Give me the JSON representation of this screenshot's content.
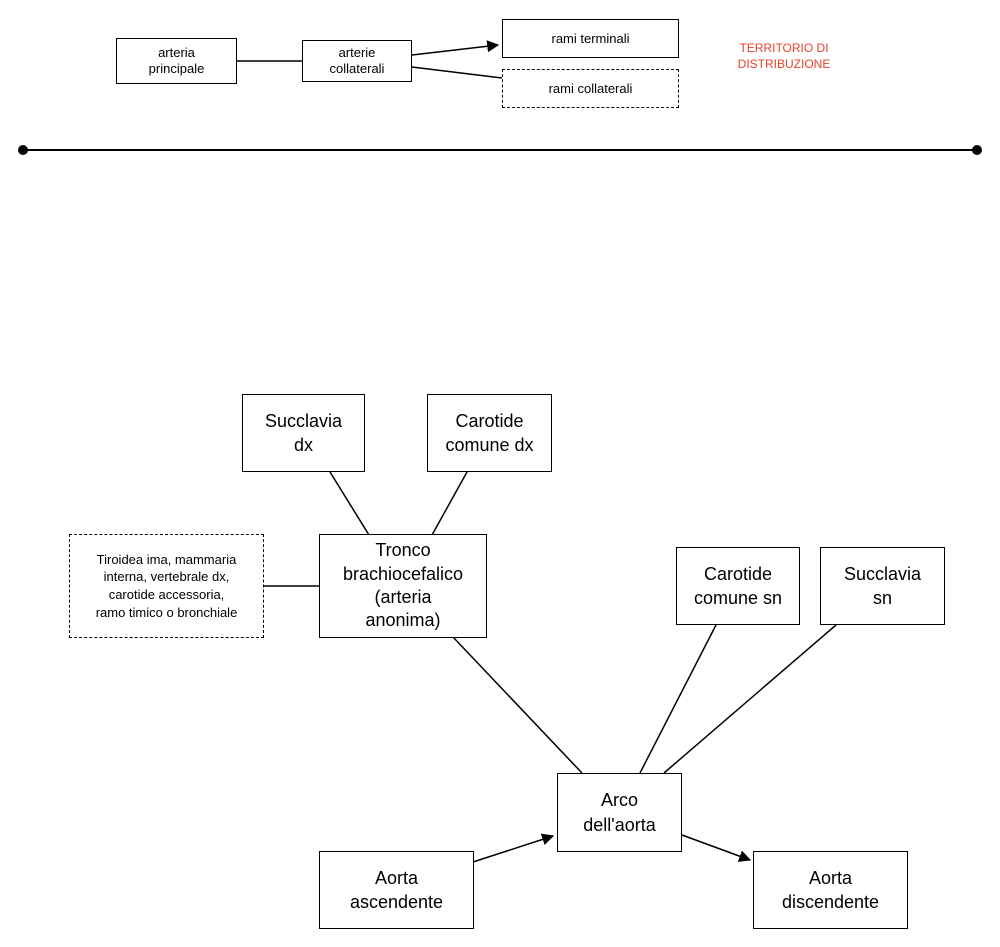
{
  "legend": {
    "main_artery": "arteria\nprincipale",
    "collateral_arteries": "arterie\ncollaterali",
    "terminal_branches": "rami terminali",
    "collateral_branches": "rami collaterali",
    "territory": "TERRITORIO DI\nDISTRIBUZIONE"
  },
  "colors": {
    "territory_text": "#e8412a",
    "lines": "#000000"
  },
  "diagram": {
    "succlavia_dx": "Succlavia\ndx",
    "carotide_comune_dx": "Carotide\ncomune dx",
    "tronco_brachiocefalico": "Tronco\nbrachiocefalico\n(arteria\nanonima)",
    "variant_branches": "Tiroidea ima, mammaria\ninterna, vertebrale dx,\ncarotide accessoria,\nramo timico o bronchiale",
    "carotide_comune_sn": "Carotide\ncomune sn",
    "succlavia_sn": "Succlavia\nsn",
    "arco_aorta": "Arco\ndell'aorta",
    "aorta_ascendente": "Aorta\nascendente",
    "aorta_discendente": "Aorta\ndiscendente"
  }
}
